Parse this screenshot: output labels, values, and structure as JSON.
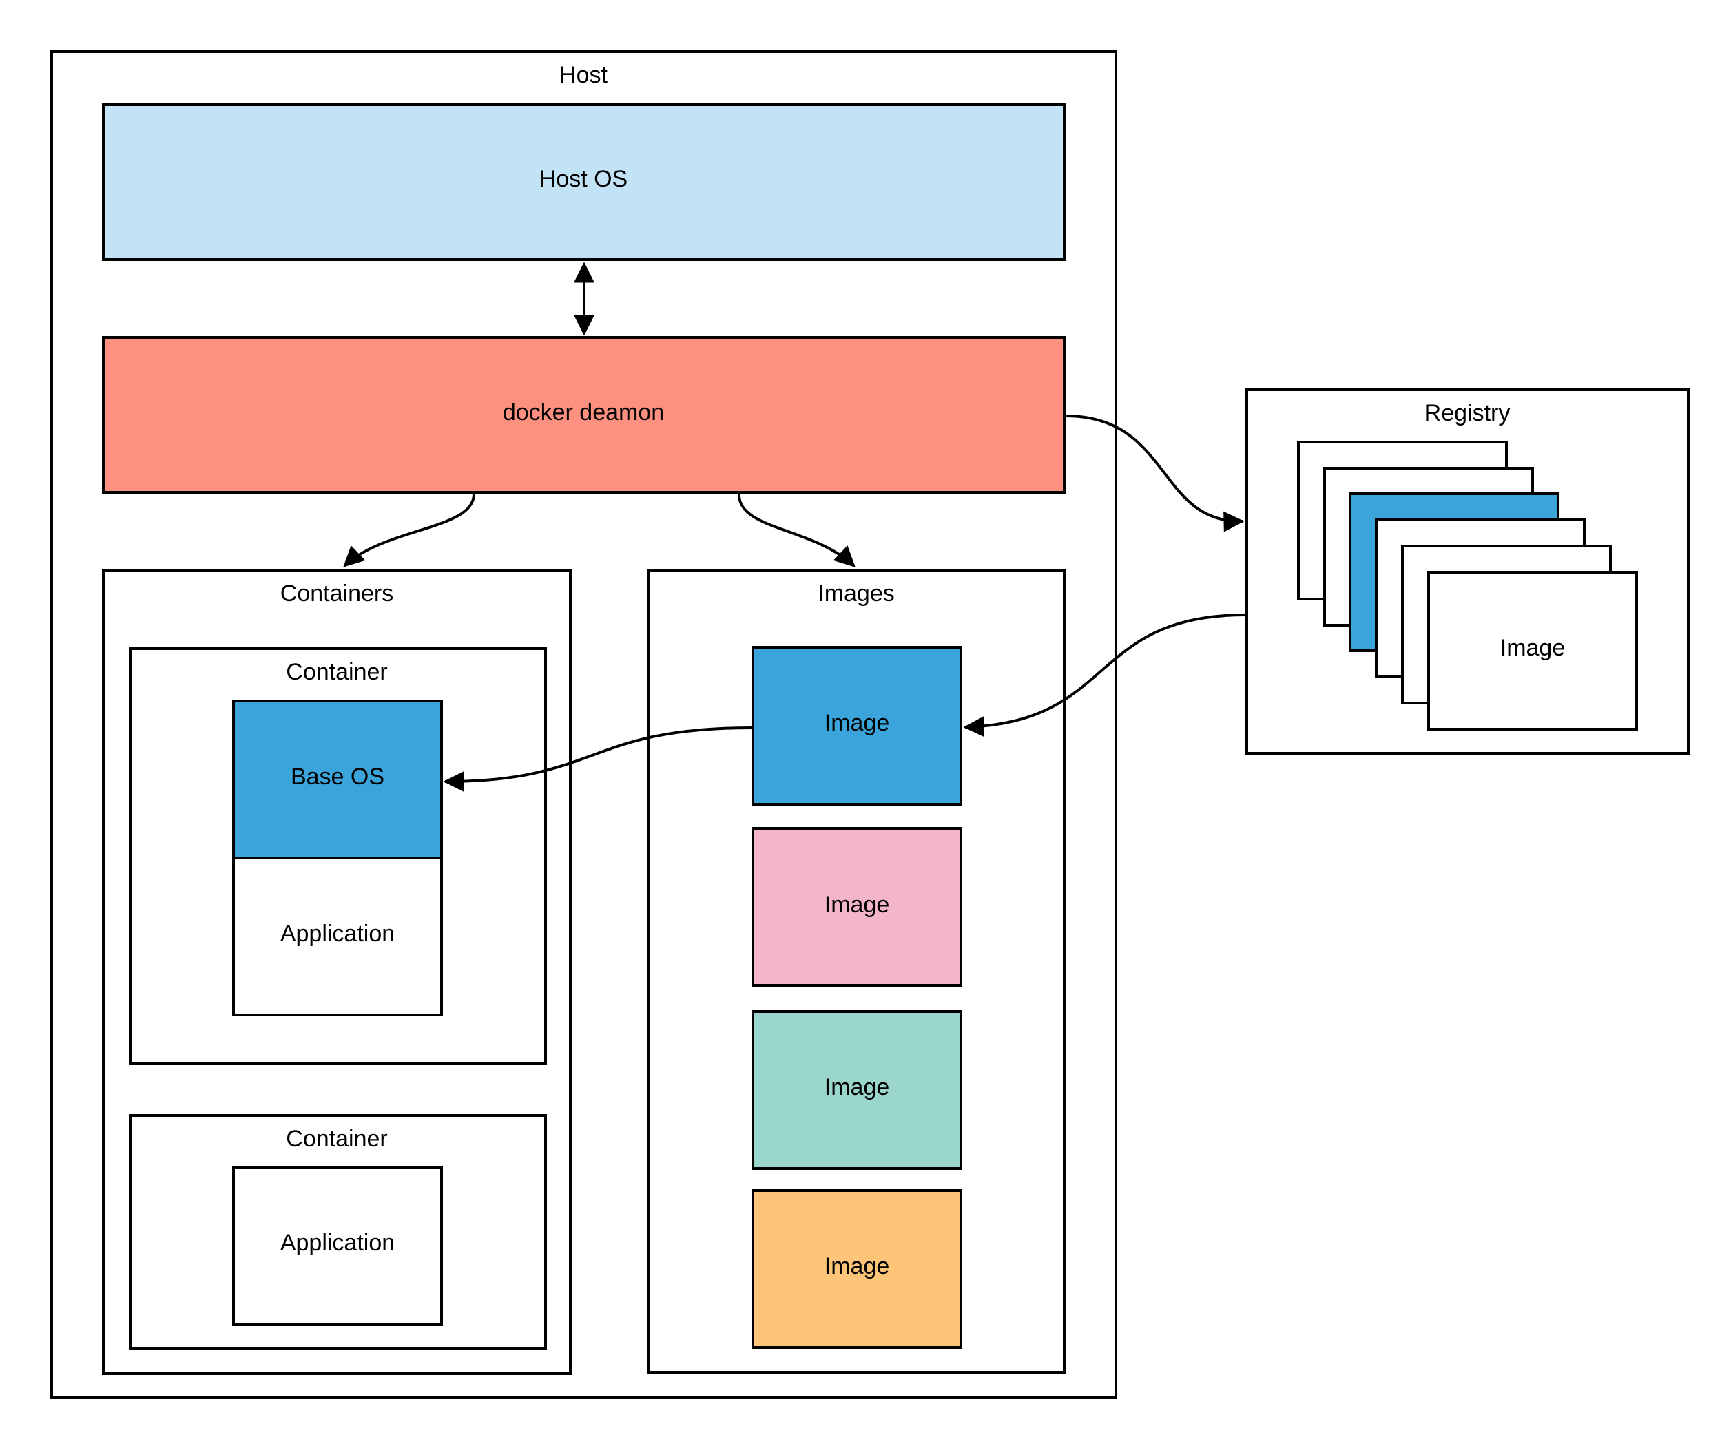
{
  "diagram": {
    "host": {
      "label": "Host"
    },
    "host_os": {
      "label": "Host OS",
      "color": "#c2e3f5"
    },
    "daemon": {
      "label": "docker deamon",
      "color": "#fe9080"
    },
    "containers_group": {
      "label": "Containers",
      "containers": [
        {
          "label": "Container",
          "base_os": "Base OS",
          "base_os_color": "#3ba4db",
          "application": "Application"
        },
        {
          "label": "Container",
          "application": "Application"
        }
      ]
    },
    "images_group": {
      "label": "Images",
      "images": [
        {
          "label": "Image",
          "color": "#3ba4db"
        },
        {
          "label": "Image",
          "color": "#f3b5c9"
        },
        {
          "label": "Image",
          "color": "#9ad6cb"
        },
        {
          "label": "Image",
          "color": "#fec477"
        }
      ]
    },
    "registry": {
      "label": "Registry",
      "front_image": "Image",
      "stack_colors": [
        "#ffffff",
        "#ffffff",
        "#3ba4db",
        "#ffffff",
        "#ffffff",
        "#ffffff"
      ]
    },
    "edges": [
      {
        "from": "host_os",
        "to": "daemon",
        "direction": "both"
      },
      {
        "from": "daemon",
        "to": "containers_group"
      },
      {
        "from": "daemon",
        "to": "images_group"
      },
      {
        "from": "daemon",
        "to": "registry"
      },
      {
        "from": "registry",
        "to": "images_group.images.0"
      },
      {
        "from": "images_group.images.0",
        "to": "containers_group.containers.0.base_os"
      }
    ]
  }
}
